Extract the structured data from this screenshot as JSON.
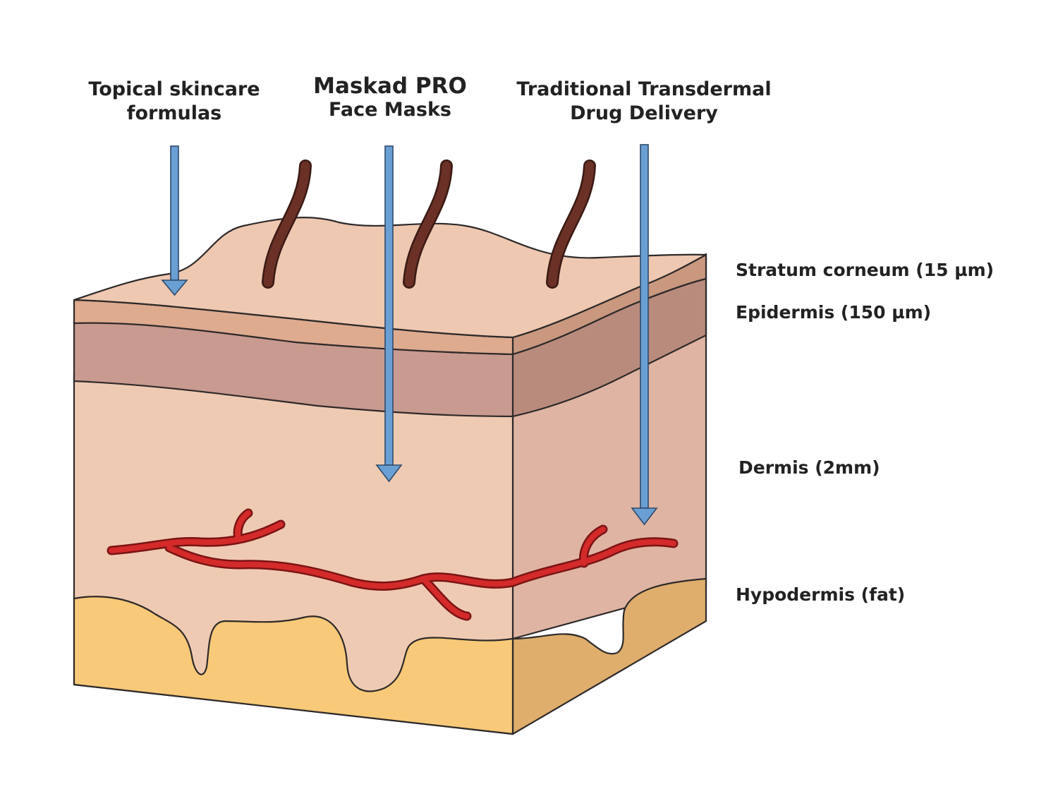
{
  "delivery_methods": [
    {
      "line1": "Topical skincare",
      "line2": "formulas"
    },
    {
      "line1": "Maskad PRO",
      "line2": "Face Masks"
    },
    {
      "line1": "Traditional Transdermal",
      "line2": "Drug Delivery"
    }
  ],
  "layers": [
    {
      "label": "Stratum corneum (15 µm)"
    },
    {
      "label": "Epidermis (150 µm)"
    },
    {
      "label": "Dermis (2mm)"
    },
    {
      "label": "Hypodermis (fat)"
    }
  ],
  "colors": {
    "arrow": "#6a9fd4",
    "hair": "#6b3126",
    "vessel": "#d42a2a",
    "top_surface": "#efc8b1",
    "stratum_front": "#deab8f",
    "stratum_side": "#c9987f",
    "epidermis_front": "#c99a8f",
    "epidermis_side": "#b98b7d",
    "dermis_front": "#efcab2",
    "dermis_side": "#dfb4a2",
    "fat_front": "#f7c978",
    "fat_side": "#dfae6c",
    "outline": "#2e2a2a"
  }
}
